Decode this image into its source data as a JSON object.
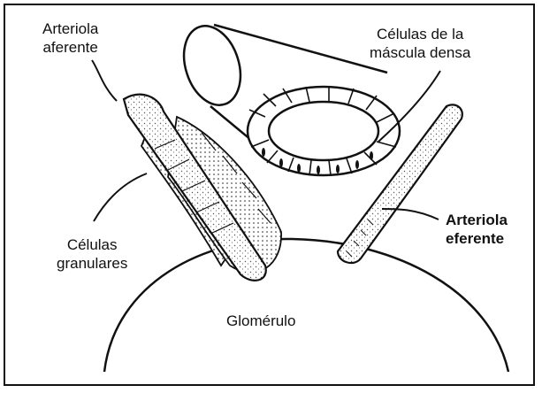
{
  "labels": {
    "arteriola_aferente": "Arteriola\naferente",
    "macula_densa": "Células de la\nmáscula densa",
    "arteriola_eferente": "Arteriola\neferente",
    "celulas_granulares": "Células\ngranulares",
    "glomerulo": "Glomérulo"
  }
}
